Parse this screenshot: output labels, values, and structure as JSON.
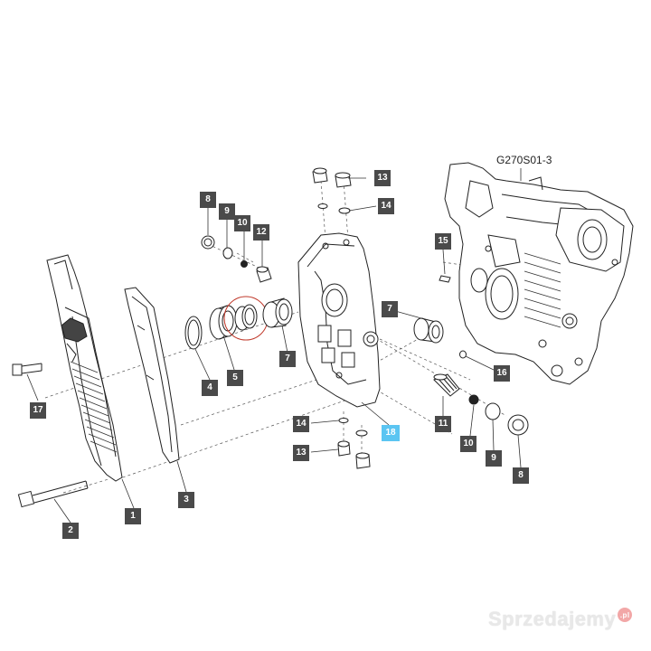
{
  "diagram": {
    "reference_code": "G270S01-3",
    "highlight_color": "#5bc5f2",
    "tag_color": "#4a4a4a",
    "parts": [
      {
        "id": "p1",
        "label": "1"
      },
      {
        "id": "p2",
        "label": "2"
      },
      {
        "id": "p3",
        "label": "3"
      },
      {
        "id": "p4",
        "label": "4"
      },
      {
        "id": "p5",
        "label": "5"
      },
      {
        "id": "p7a",
        "label": "7"
      },
      {
        "id": "p7b",
        "label": "7"
      },
      {
        "id": "p8a",
        "label": "8"
      },
      {
        "id": "p8b",
        "label": "8"
      },
      {
        "id": "p9a",
        "label": "9"
      },
      {
        "id": "p9b",
        "label": "9"
      },
      {
        "id": "p10a",
        "label": "10"
      },
      {
        "id": "p10b",
        "label": "10"
      },
      {
        "id": "p11",
        "label": "11"
      },
      {
        "id": "p12",
        "label": "12"
      },
      {
        "id": "p13a",
        "label": "13"
      },
      {
        "id": "p13b",
        "label": "13"
      },
      {
        "id": "p14a",
        "label": "14"
      },
      {
        "id": "p14b",
        "label": "14"
      },
      {
        "id": "p15",
        "label": "15"
      },
      {
        "id": "p16",
        "label": "16"
      },
      {
        "id": "p17",
        "label": "17"
      },
      {
        "id": "p18",
        "label": "18",
        "highlighted": true
      }
    ]
  },
  "watermark": {
    "text": "Sprzedajemy",
    "suffix": ".pl"
  }
}
